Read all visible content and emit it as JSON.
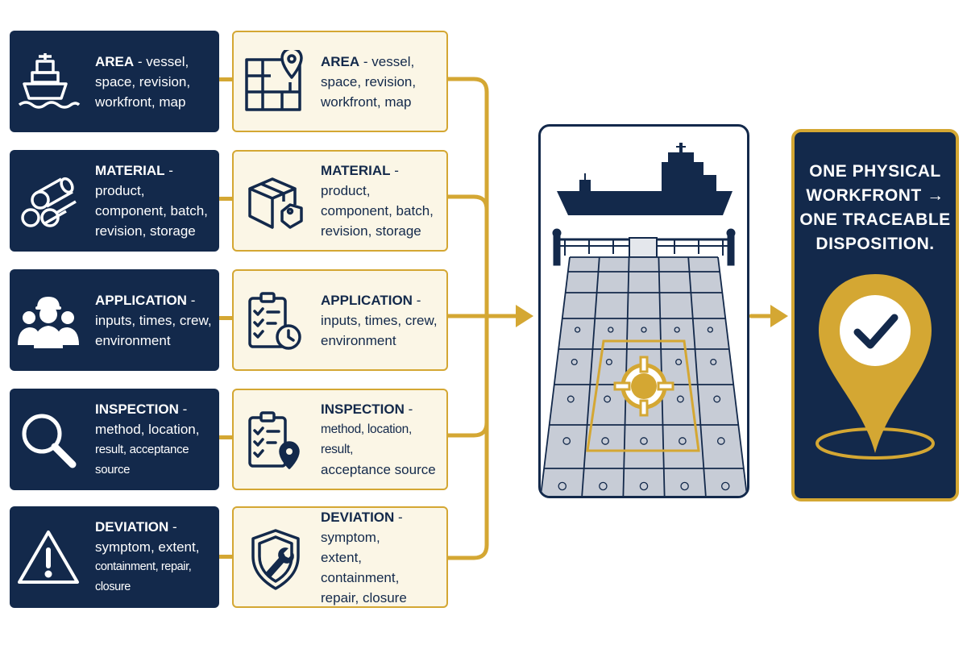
{
  "rows": [
    {
      "left": {
        "keyword": "AREA",
        "line1_rest": " - vessel,",
        "line2": "space, revision,",
        "line3": "workfront, map",
        "icon": "ship-icon"
      },
      "right": {
        "keyword": "AREA",
        "line1_rest": " - vessel,",
        "line2": "space, revision,",
        "line3": "workfront, map",
        "icon": "map-pin-grid-icon"
      }
    },
    {
      "left": {
        "keyword": "MATERIAL",
        "line1_rest": " - product,",
        "line2": "component, batch,",
        "line3": "revision, storage",
        "icon": "pipes-icon"
      },
      "right": {
        "keyword": "MATERIAL",
        "line1_rest": " - product,",
        "line2": "component, batch,",
        "line3": "revision, storage",
        "icon": "box-tag-icon"
      }
    },
    {
      "left": {
        "keyword": "APPLICATION",
        "line1_rest": " -",
        "line2": "inputs, times, crew,",
        "line3": "environment",
        "icon": "crew-icon"
      },
      "right": {
        "keyword": "APPLICATION",
        "line1_rest": " -",
        "line2": "inputs, times, crew,",
        "line3": "environment",
        "icon": "checklist-clock-icon"
      }
    },
    {
      "left": {
        "keyword": "INSPECTION",
        "line1_rest": " -",
        "line2": "method, location,",
        "line3": "result, acceptance source",
        "icon": "magnifier-icon"
      },
      "right": {
        "keyword": "INSPECTION",
        "line1_rest": " -",
        "line2": "method, location, result,",
        "line3": "acceptance source",
        "icon": "checklist-pin-icon"
      }
    },
    {
      "left": {
        "keyword": "DEVIATION",
        "line1_rest": " -",
        "line2": "symptom, extent,",
        "line3": "containment, repair, closure",
        "icon": "warning-icon"
      },
      "right": {
        "keyword": "DEVIATION",
        "line1_rest": " - symptom,",
        "line2": "extent, containment,",
        "line3": "repair, closure",
        "icon": "shield-wrench-icon"
      }
    }
  ],
  "scene": {
    "icons": [
      "ship-silhouette-icon",
      "target-icon"
    ]
  },
  "result": {
    "line1": "ONE PHYSICAL",
    "line2": "WORKFRONT →",
    "line3": "ONE TRACEABLE",
    "line4": "DISPOSITION.",
    "icon": "location-check-icon"
  },
  "colors": {
    "navy": "#13294b",
    "gold": "#d4a733",
    "cream": "#fbf6e6",
    "deck": "#c7ccd6"
  }
}
